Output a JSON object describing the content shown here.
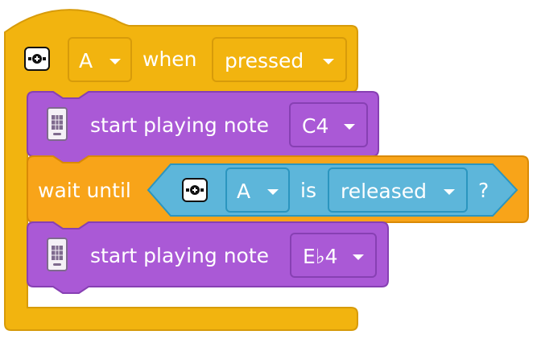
{
  "colors": {
    "event_fill": "#f2b40f",
    "event_stroke": "#d79b0a",
    "wait_fill": "#f8a419",
    "wait_stroke": "#d98a06",
    "sound_fill": "#aa59d6",
    "sound_stroke": "#8740b3",
    "sensing_fill": "#5db6da",
    "sensing_stroke": "#2b95bf"
  },
  "event_block": {
    "icon": "controller-icon",
    "button_dropdown": "A",
    "label_when": "when",
    "state_dropdown": "pressed"
  },
  "play_note_1": {
    "icon": "brain-icon",
    "label": "start playing note",
    "note_dropdown": "C4"
  },
  "wait_block": {
    "label": "wait until",
    "condition": {
      "icon": "controller-icon",
      "button_dropdown": "A",
      "label_is": "is",
      "state_dropdown": "released",
      "question": "?"
    }
  },
  "play_note_2": {
    "icon": "brain-icon",
    "label": "start playing note",
    "note_dropdown": "E♭4"
  }
}
